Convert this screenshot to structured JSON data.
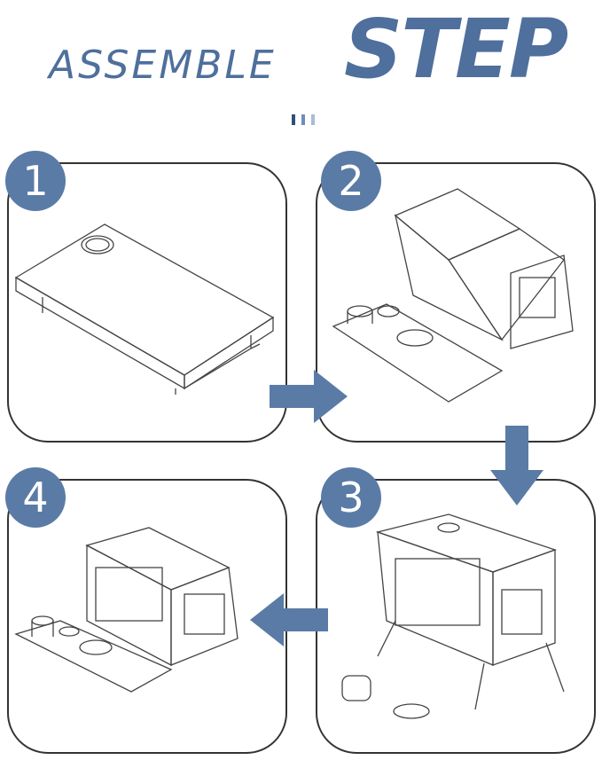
{
  "title": {
    "left": "ASSEMBLE",
    "right": "STEP"
  },
  "colors": {
    "accent": "#5a7ba6",
    "deco1": "#2f4f7c",
    "deco2": "#6d8fbb",
    "deco3": "#a7bcd6"
  },
  "steps": [
    {
      "number": "1"
    },
    {
      "number": "2"
    },
    {
      "number": "3"
    },
    {
      "number": "4"
    }
  ]
}
